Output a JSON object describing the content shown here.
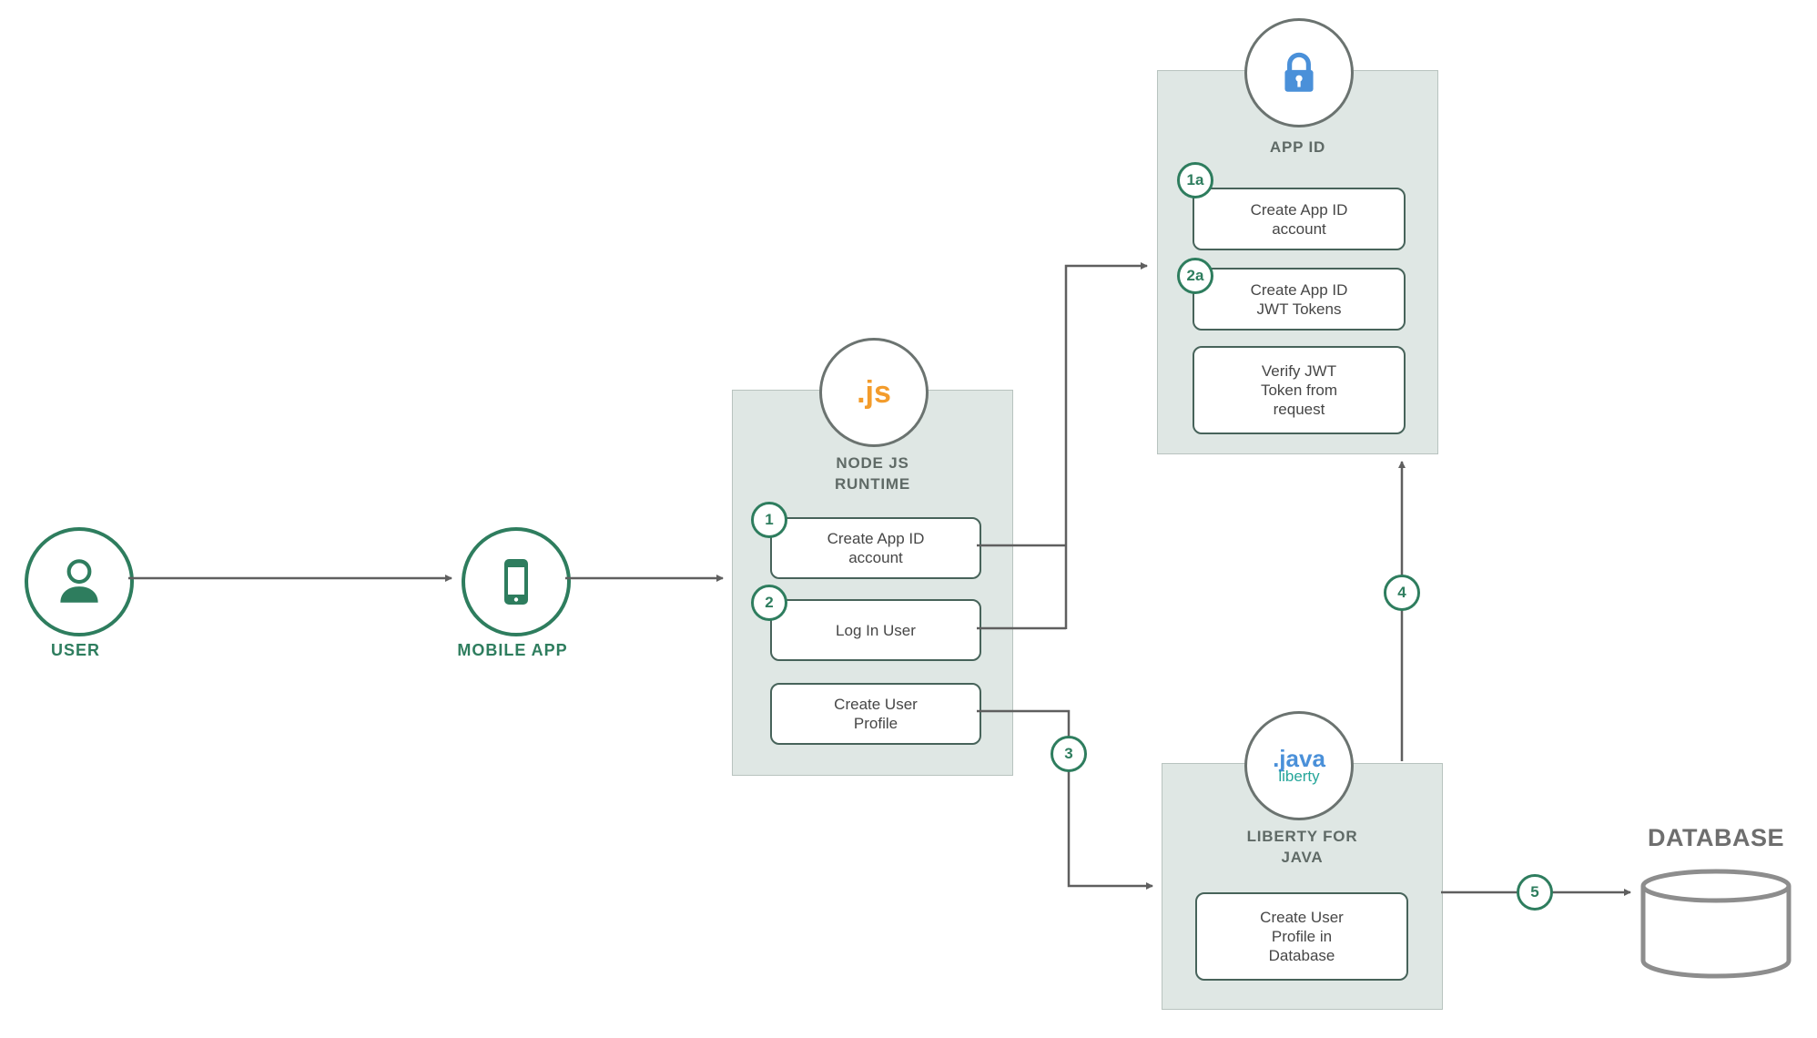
{
  "colors": {
    "green": "#2e7d5e",
    "panel-bg": "#dfe7e4",
    "panel-border": "#b8c3bf",
    "task-border": "#47635a",
    "arrow": "#5f5f5f",
    "orange": "#f39c2c",
    "blue": "#4a90d9",
    "teal": "#26a69a",
    "db-gray": "#8d8d8d"
  },
  "nodes": {
    "user": {
      "label": "USER"
    },
    "mobile": {
      "label": "MOBILE APP"
    },
    "nodejs": {
      "icon_text": ".js",
      "title": "NODE JS\nRUNTIME",
      "tasks": [
        {
          "badge": "1",
          "label": "Create App ID\naccount"
        },
        {
          "badge": "2",
          "label": "Log In User"
        },
        {
          "label": "Create User\nProfile"
        }
      ]
    },
    "appid": {
      "title": "APP ID",
      "tasks": [
        {
          "badge": "1a",
          "label": "Create App ID\naccount"
        },
        {
          "badge": "2a",
          "label": "Create App ID\nJWT Tokens"
        },
        {
          "label": "Verify JWT\nToken from\nrequest"
        }
      ]
    },
    "liberty": {
      "icon_top": ".java",
      "icon_bottom": "liberty",
      "title": "LIBERTY FOR\nJAVA",
      "tasks": [
        {
          "label": "Create User\nProfile in\nDatabase"
        }
      ]
    },
    "database": {
      "label": "DATABASE"
    }
  },
  "edges": {
    "step3": "3",
    "step4": "4",
    "step5": "5"
  }
}
